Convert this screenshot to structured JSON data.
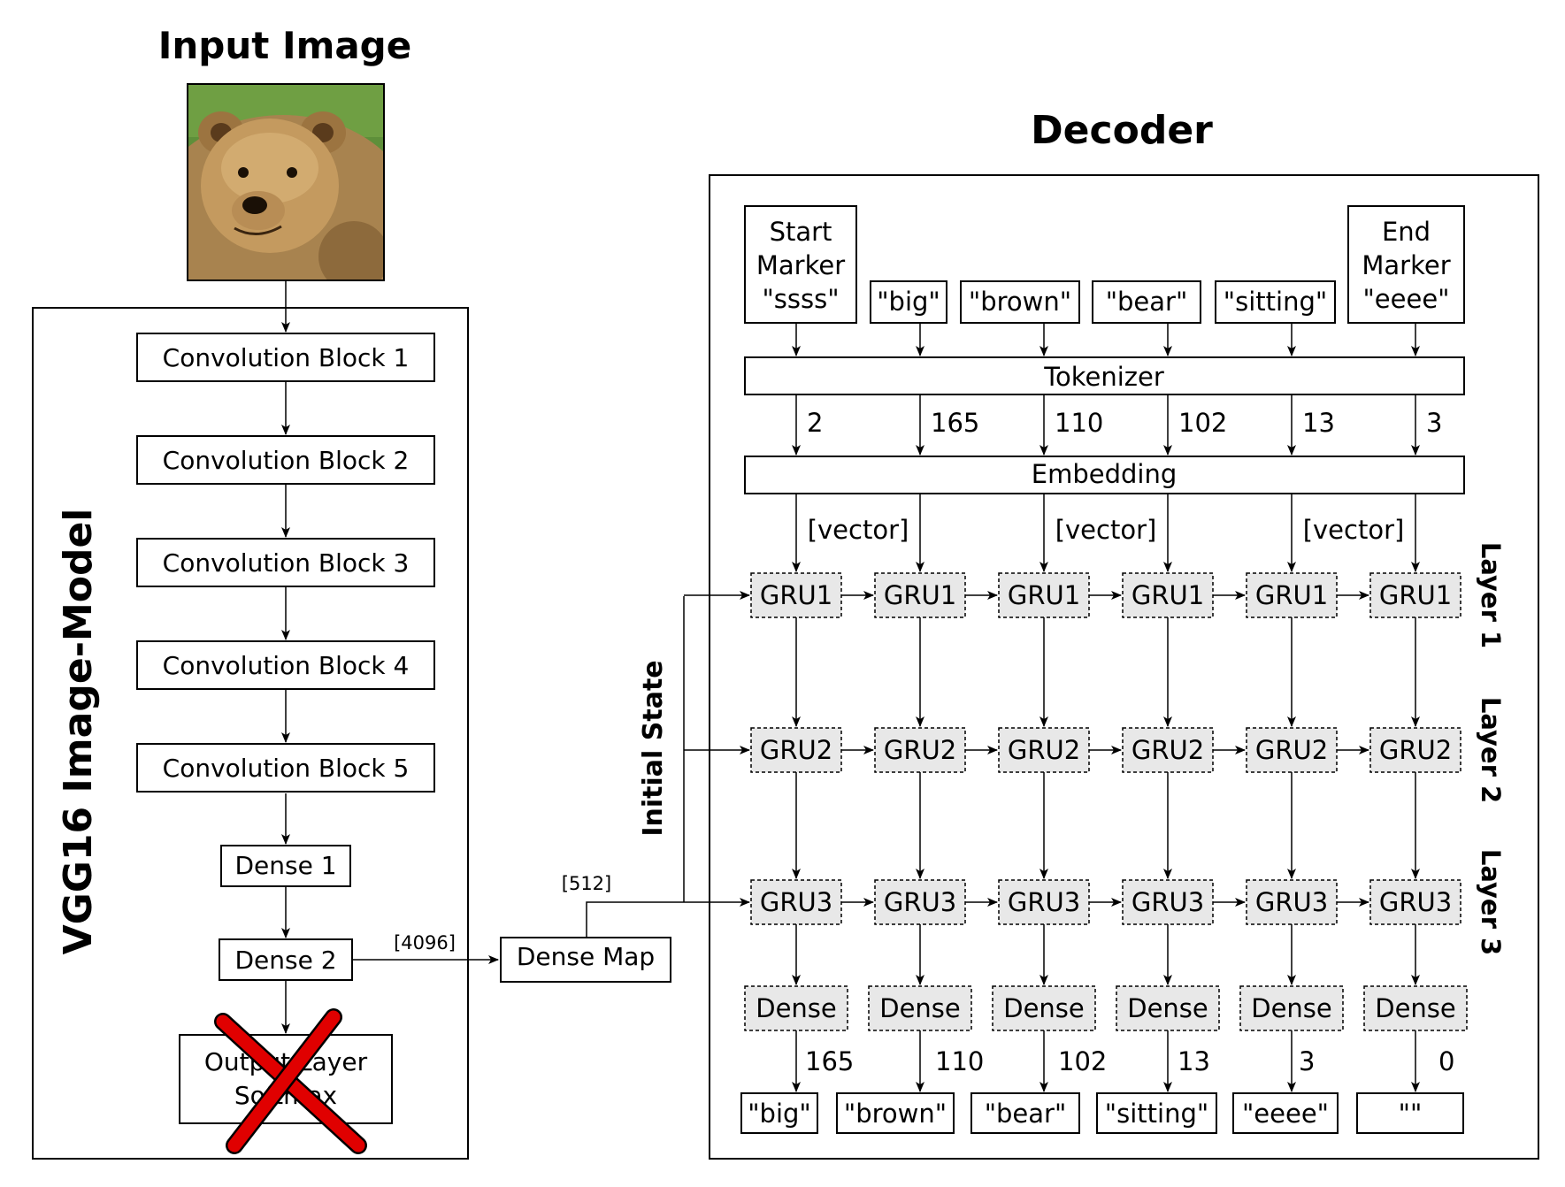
{
  "titles": {
    "input_image": "Input Image",
    "decoder": "Decoder",
    "vgg": "VGG16 Image-Model",
    "initial_state": "Initial State"
  },
  "vgg_blocks": [
    "Convolution Block 1",
    "Convolution Block 2",
    "Convolution Block 3",
    "Convolution Block 4",
    "Convolution Block 5"
  ],
  "dense1": "Dense 1",
  "dense2": "Dense 2",
  "output_layer": [
    "Output Layer",
    "Softmax"
  ],
  "dense_map": "Dense Map",
  "dims": {
    "d4096": "[4096]",
    "d512": "[512]"
  },
  "input_tokens": [
    [
      "Start",
      "Marker",
      "\"ssss\""
    ],
    [
      "\"big\""
    ],
    [
      "\"brown\""
    ],
    [
      "\"bear\""
    ],
    [
      "\"sitting\""
    ],
    [
      "End",
      "Marker",
      "\"eeee\""
    ]
  ],
  "tokenizer": "Tokenizer",
  "embedding": "Embedding",
  "token_ids": [
    "2",
    "165",
    "110",
    "102",
    "13",
    "3"
  ],
  "vector_label": "[vector]",
  "gru_rows": [
    "GRU1",
    "GRU2",
    "GRU3"
  ],
  "layer_labels": [
    "Layer 1",
    "Layer 2",
    "Layer 3"
  ],
  "dense_label": "Dense",
  "output_ids": [
    "165",
    "110",
    "102",
    "13",
    "3",
    "0"
  ],
  "output_tokens": [
    "\"big\"",
    "\"brown\"",
    "\"bear\"",
    "\"sitting\"",
    "\"eeee\"",
    "\"\""
  ],
  "colors": {
    "gru_fill": "#e8e8e8",
    "cross": "#e00000",
    "cross_outline": "#000000"
  },
  "image_desc_icon": "bear-photo"
}
